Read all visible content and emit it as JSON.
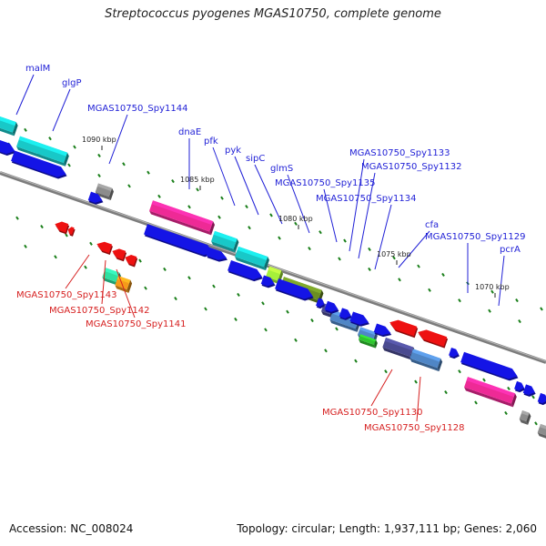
{
  "title": "Streptococcus pyogenes MGAS10750, complete genome",
  "footer": {
    "accession": "Accession: NC_008024",
    "stats": "Topology: circular; Length: 1,937,111 bp; Genes: 2,060"
  },
  "colors": {
    "backbone": "#8a8a8a",
    "tick": "#1a7f1a",
    "label_top": "#1f1fd6",
    "label_bottom": "#d61f1f",
    "blue": "#1414e6",
    "red": "#ee1111",
    "pink": "#ee2a96",
    "cyan": "#18c8c8",
    "gray": "#8c8c8c",
    "lime": "#a6f03a",
    "olive": "#6b8e23",
    "steel": "#4f86c6",
    "navy": "#4a4a90",
    "green": "#2fc42f",
    "orange": "#f59a1a",
    "mint": "#2ee0a0"
  },
  "kbp_labels": [
    "1090 kbp",
    "1085 kbp",
    "1080 kbp",
    "1075 kbp",
    "1070 kbp"
  ],
  "genes_top": [
    {
      "label": "malM"
    },
    {
      "label": "glgP"
    },
    {
      "label": "MGAS10750_Spy1144"
    },
    {
      "label": "dnaE"
    },
    {
      "label": "pfk"
    },
    {
      "label": "pyk"
    },
    {
      "label": "sipC"
    },
    {
      "label": "glmS"
    },
    {
      "label": "MGAS10750_Spy1135"
    },
    {
      "label": "MGAS10750_Spy1133"
    },
    {
      "label": "MGAS10750_Spy1132"
    },
    {
      "label": "MGAS10750_Spy1134"
    },
    {
      "label": "cfa"
    },
    {
      "label": "MGAS10750_Spy1129"
    },
    {
      "label": "pcrA"
    }
  ],
  "genes_bottom": [
    {
      "label": "MGAS10750_Spy1143"
    },
    {
      "label": "MGAS10750_Spy1142"
    },
    {
      "label": "MGAS10750_Spy1141"
    },
    {
      "label": "MGAS10750_Spy1130"
    },
    {
      "label": "MGAS10750_Spy1128"
    }
  ]
}
